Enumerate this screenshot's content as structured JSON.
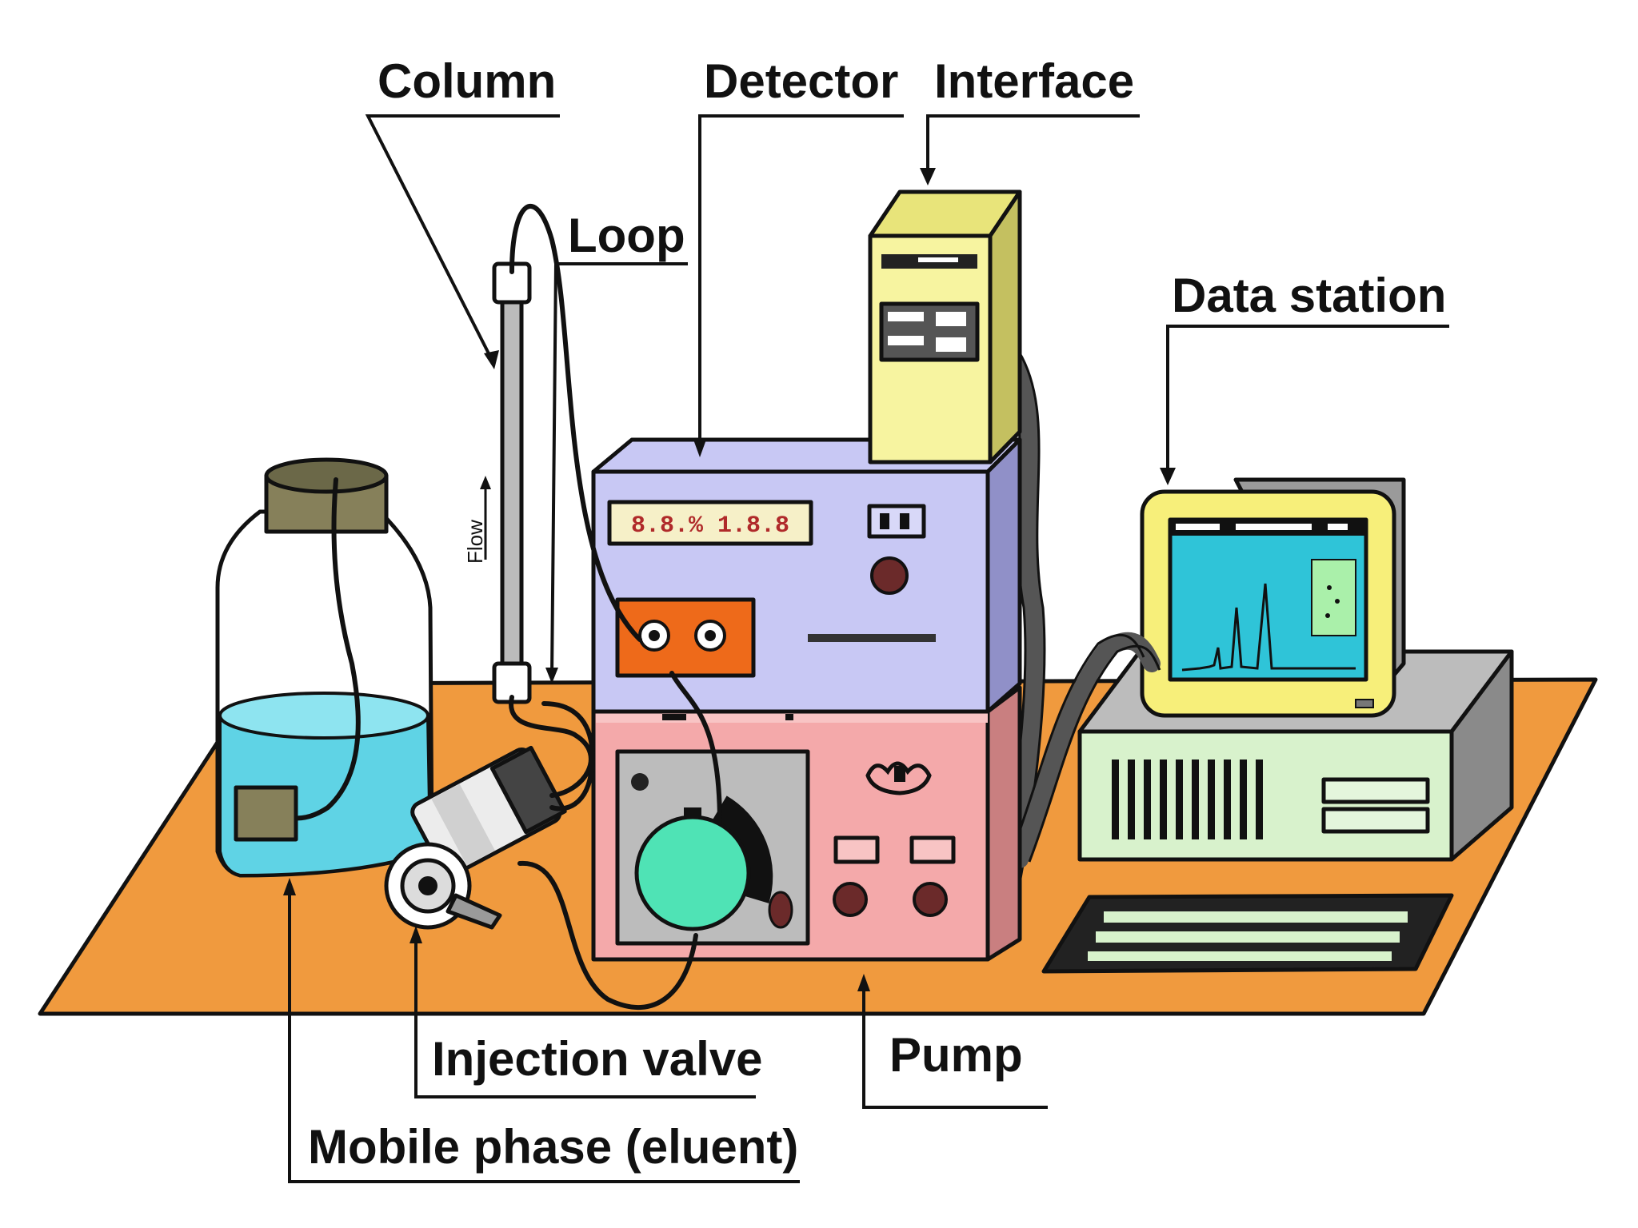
{
  "labels": {
    "column": "Column",
    "detector": "Detector",
    "interface": "Interface",
    "loop": "Loop",
    "data_station": "Data station",
    "injection_valve": "Injection valve",
    "pump": "Pump",
    "mobile_phase": "Mobile phase (eluent)",
    "flow": "Flow"
  },
  "detector_display": "8.8.% 1.8.8",
  "colors": {
    "bench": "#f09a3e",
    "detector": "#c8c8f4",
    "interface": "#f7f4a0",
    "pump": "#f4a9aa",
    "computer": "#d8f2cc",
    "monitor_frame": "#f7ef7a",
    "screen": "#2fc4d8",
    "eluent": "#5fd3e5",
    "pump_head": "#4fe3b5",
    "panel_orange": "#ee6a1a",
    "cap": "#86805a"
  }
}
